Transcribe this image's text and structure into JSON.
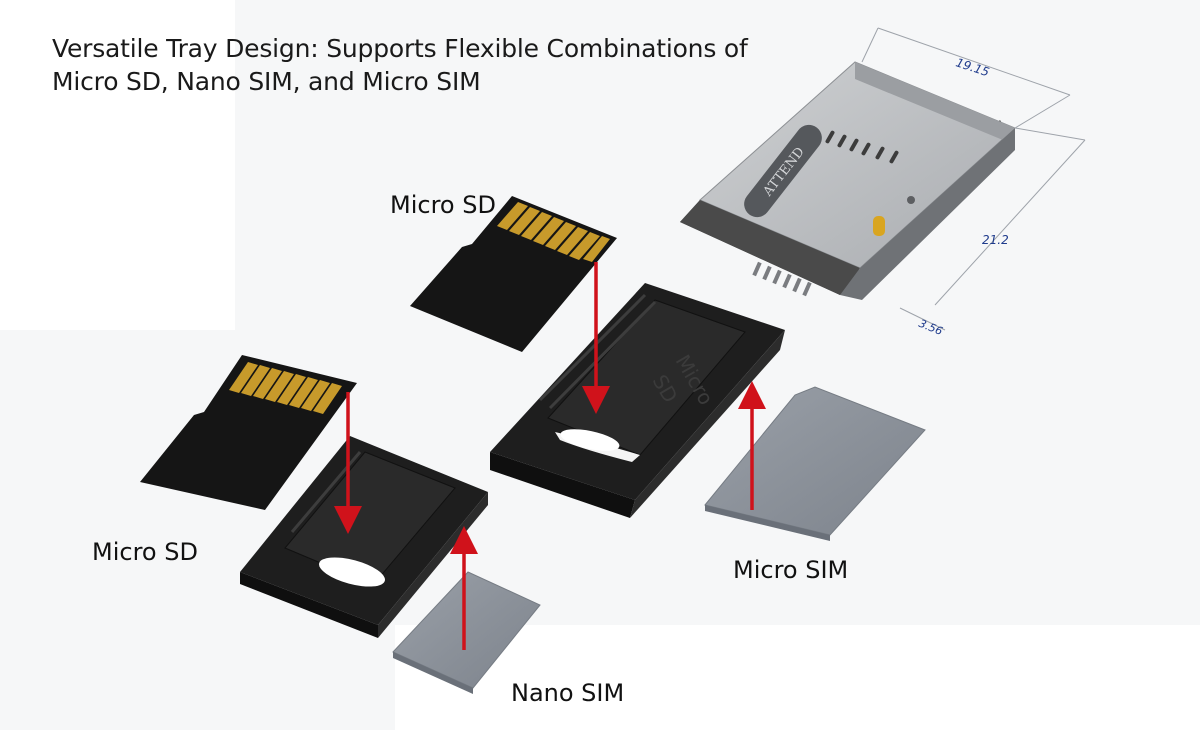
{
  "title": {
    "line1": "Versatile Tray Design: Supports Flexible Combinations of",
    "line2": "Micro SD, Nano SIM, and Micro SIM"
  },
  "labels": {
    "micro_sd_top": "Micro SD",
    "micro_sd_left": "Micro SD",
    "micro_sim": "Micro SIM",
    "nano_sim": "Nano SIM"
  },
  "connector": {
    "brand": "ATTEND"
  },
  "tray_embossing": {
    "large_tray_line1": "Micro",
    "large_tray_line2": "SD"
  },
  "dimensions": {
    "width": "19.15",
    "depth": "21.2",
    "height": "3.56"
  },
  "colors": {
    "arrow": "#d0121b",
    "card_body": "#151515",
    "gold_contact": "#c79a2b",
    "sim_gray": "#8e939c",
    "tray_black": "#1e1e1e",
    "connector_metal": "#b9bbbe"
  }
}
